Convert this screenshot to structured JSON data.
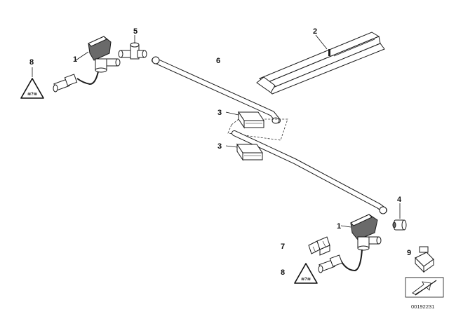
{
  "callouts": {
    "c1a": "1",
    "c1b": "1",
    "c2": "2",
    "c3a": "3",
    "c3b": "3",
    "c4": "4",
    "c5": "5",
    "c6": "6",
    "c7": "7",
    "c8a": "8",
    "c8b": "8",
    "c9": "9"
  },
  "warning_label_text": "≋?≋",
  "doc_id": "00192231",
  "colors": {
    "line": "#1a1a1a",
    "shade": "#6a6a6a",
    "background": "#ffffff"
  }
}
